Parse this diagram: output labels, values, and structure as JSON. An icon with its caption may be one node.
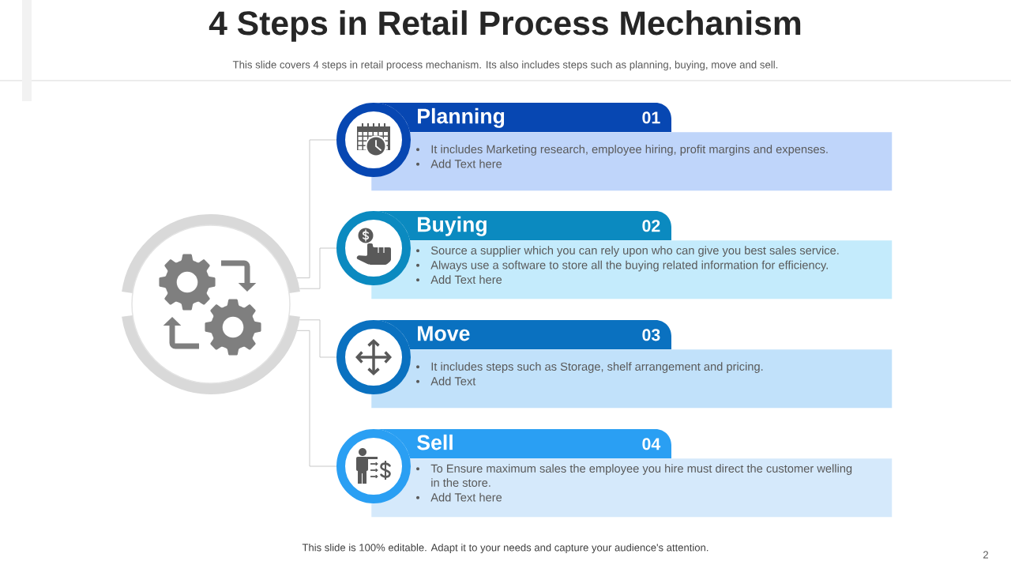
{
  "diagram": {
    "title": "4 Steps in Retail Process Mechanism",
    "caption": "This slide is 100% editable. Adapt it to your needs and capture your audience's attention.",
    "nodes": [
      {
        "text": [],
        "shape": "circle"
      },
      {
        "text": [],
        "shape": "circle"
      },
      {
        "text": [
          "Planning",
          "01"
        ]
      },
      {
        "text": [
          "It includes Marketing research, employee hiring, profit margins and expenses.",
          "Add Text here"
        ]
      },
      {
        "text": [],
        "shape": "circle"
      },
      {
        "text": [
          "Buying",
          "02"
        ]
      },
      {
        "text": [
          "Source a supplier which you can rely upon who can give you best sales service.",
          "Always use a software to store all the buying related information for efficiency.",
          "Add Text here"
        ]
      },
      {
        "text": [],
        "shape": "circle"
      },
      {
        "text": [
          "Move",
          "03"
        ]
      },
      {
        "text": [
          "It includes steps such as Storage, shelf arrangement and pricing.",
          "Add Text"
        ]
      },
      {
        "text": [],
        "shape": "circle"
      },
      {
        "text": [
          "Sell",
          "04"
        ]
      },
      {
        "text": [
          "To Ensure maximum sales the employee you hire must direct the customer welling in the store.",
          "Add Text here"
        ]
      }
    ],
    "edges": [
      {
        "from": 0,
        "to": 1,
        "arrow": "none"
      },
      {
        "from": 0,
        "to": 4,
        "arrow": "none"
      },
      {
        "from": 0,
        "to": 7,
        "arrow": "none"
      },
      {
        "from": 0,
        "to": 10,
        "arrow": "none"
      }
    ],
    "labels": [
      "This slide covers 4 steps in retail process mechanism. Its also includes steps such as planning, buying, move and sell.",
      "2"
    ]
  }
}
